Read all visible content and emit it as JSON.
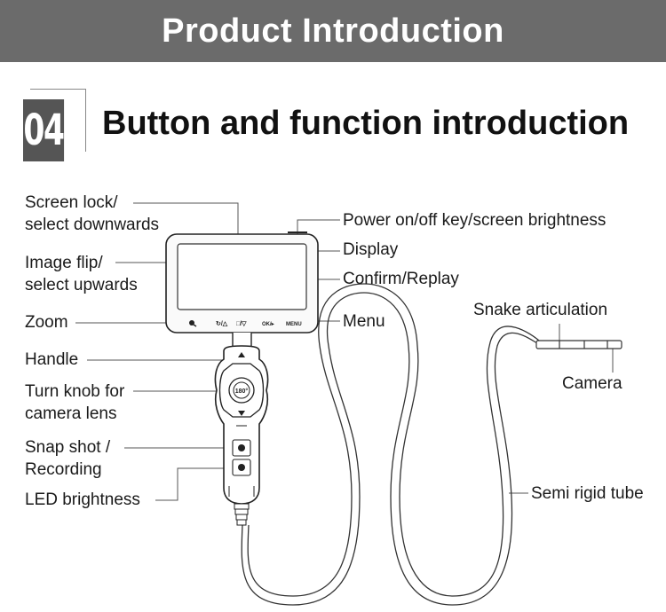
{
  "banner": {
    "title": "Product Introduction"
  },
  "section": {
    "number": "04",
    "title": "Button and function introduction"
  },
  "labels": {
    "screen_lock_1": "Screen lock/",
    "screen_lock_2": "select downwards",
    "image_flip_1": "Image flip/",
    "image_flip_2": "select upwards",
    "zoom": "Zoom",
    "handle": "Handle",
    "turn_knob_1": "Turn knob for",
    "turn_knob_2": "camera lens",
    "snap_shot_1": "Snap shot /",
    "snap_shot_2": "Recording",
    "led_brightness": "LED brightness",
    "power": "Power on/off key/screen brightness",
    "display": "Display",
    "confirm": "Confirm/Replay",
    "menu": "Menu",
    "snake": "Snake articulation",
    "camera": "Camera",
    "tube": "Semi rigid tube"
  },
  "device": {
    "knob_label": "180°",
    "btn_ok": "OK/▸",
    "btn_menu": "MENU"
  }
}
